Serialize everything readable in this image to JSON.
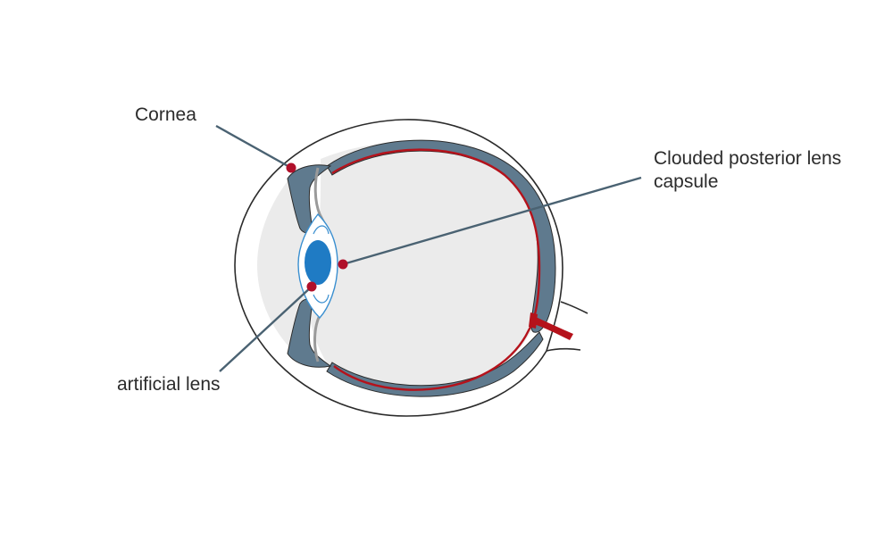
{
  "labels": {
    "cornea": "Cornea",
    "posterior_capsule_line1": "Clouded posterior lens",
    "posterior_capsule_line2": "capsule",
    "artificial_lens": "artificial lens"
  },
  "colors": {
    "sclera_outline": "#2b2b2b",
    "interior_fill": "#ebebeb",
    "choroid_gray": "#5f7a8e",
    "retina_red": "#b5121b",
    "lens_blue": "#1f7bc4",
    "lens_outline": "#3a8fd0",
    "capsule_gray": "#9a9a9a",
    "leader_line": "#4a6272",
    "marker_red": "#b0102a"
  }
}
